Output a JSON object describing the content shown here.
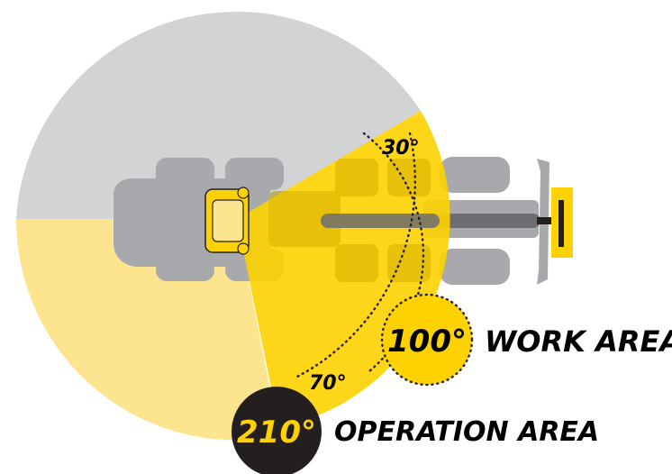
{
  "angles": {
    "inner": "30°",
    "outer": "70°"
  },
  "work": {
    "degrees": "100°",
    "label": "WORK AREA"
  },
  "operation": {
    "degrees": "210°",
    "label": "OPERATION AREA"
  },
  "colors": {
    "gray_zone": "#d1d3d4",
    "light_yellow_zone": "#fde58f",
    "yellow_zone": "#fdd200",
    "machine_gray": "#a7a9ac",
    "machine_dark": "#6d6e71",
    "badge_dark": "#231f20",
    "text": "#000000"
  }
}
